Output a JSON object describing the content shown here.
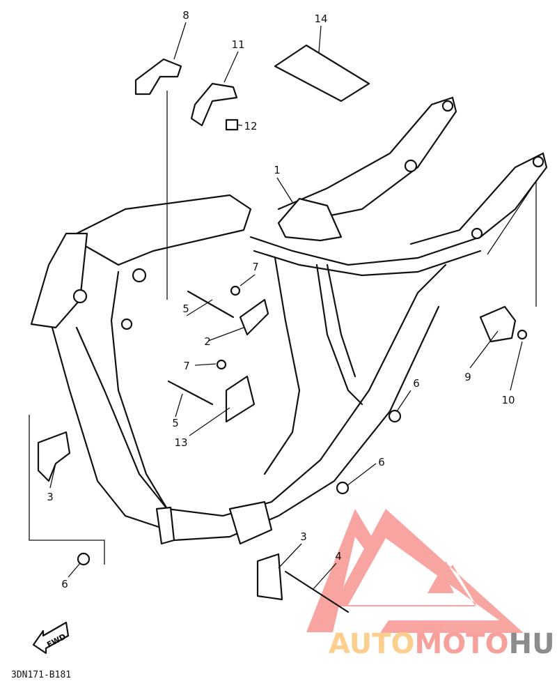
{
  "diagram": {
    "callouts": [
      {
        "id": "c8",
        "label": "8"
      },
      {
        "id": "c11",
        "label": "11"
      },
      {
        "id": "c14",
        "label": "14"
      },
      {
        "id": "c12",
        "label": "12"
      },
      {
        "id": "c1",
        "label": "1"
      },
      {
        "id": "c7a",
        "label": "7"
      },
      {
        "id": "c5a",
        "label": "5"
      },
      {
        "id": "c2",
        "label": "2"
      },
      {
        "id": "c7b",
        "label": "7"
      },
      {
        "id": "c5b",
        "label": "5"
      },
      {
        "id": "c13",
        "label": "13"
      },
      {
        "id": "c6a",
        "label": "6"
      },
      {
        "id": "c9",
        "label": "9"
      },
      {
        "id": "c10",
        "label": "10"
      },
      {
        "id": "c3a",
        "label": "3"
      },
      {
        "id": "c3b",
        "label": "3"
      },
      {
        "id": "c4",
        "label": "4"
      },
      {
        "id": "c6b",
        "label": "6"
      },
      {
        "id": "c6c",
        "label": "6"
      }
    ],
    "fwd_label": "FWD",
    "diagram_code": "3DN171-B181"
  },
  "watermark": {
    "part1": "AUTO",
    "part2": "MOTO",
    "part3": "HUB",
    "colors": {
      "auto": "#fccf8e",
      "moto": "#f8a19c",
      "hub": "#8c8c8c",
      "logo": "#f8a19c"
    }
  }
}
